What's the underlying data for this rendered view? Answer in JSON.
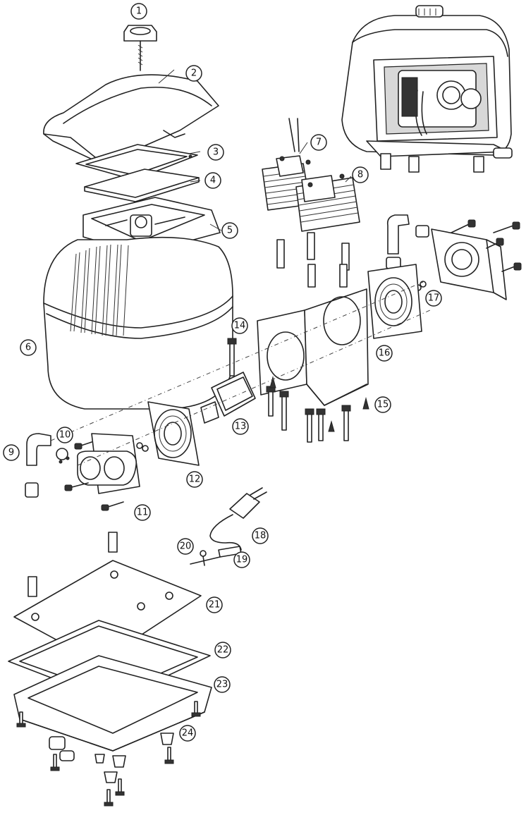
{
  "callouts": [
    {
      "id": 1,
      "label": "1"
    },
    {
      "id": 2,
      "label": "2"
    },
    {
      "id": 3,
      "label": "3"
    },
    {
      "id": 4,
      "label": "4"
    },
    {
      "id": 5,
      "label": "5"
    },
    {
      "id": 6,
      "label": "6"
    },
    {
      "id": 7,
      "label": "7"
    },
    {
      "id": 8,
      "label": "8"
    },
    {
      "id": 9,
      "label": "9"
    },
    {
      "id": 10,
      "label": "10"
    },
    {
      "id": 11,
      "label": "11"
    },
    {
      "id": 12,
      "label": "12"
    },
    {
      "id": 13,
      "label": "13"
    },
    {
      "id": 14,
      "label": "14"
    },
    {
      "id": 15,
      "label": "15"
    },
    {
      "id": 16,
      "label": "16"
    },
    {
      "id": 17,
      "label": "17"
    },
    {
      "id": 18,
      "label": "18"
    },
    {
      "id": 19,
      "label": "19"
    },
    {
      "id": 20,
      "label": "20"
    },
    {
      "id": 21,
      "label": "21"
    },
    {
      "id": 22,
      "label": "22"
    },
    {
      "id": 23,
      "label": "23"
    },
    {
      "id": 24,
      "label": "24"
    }
  ]
}
